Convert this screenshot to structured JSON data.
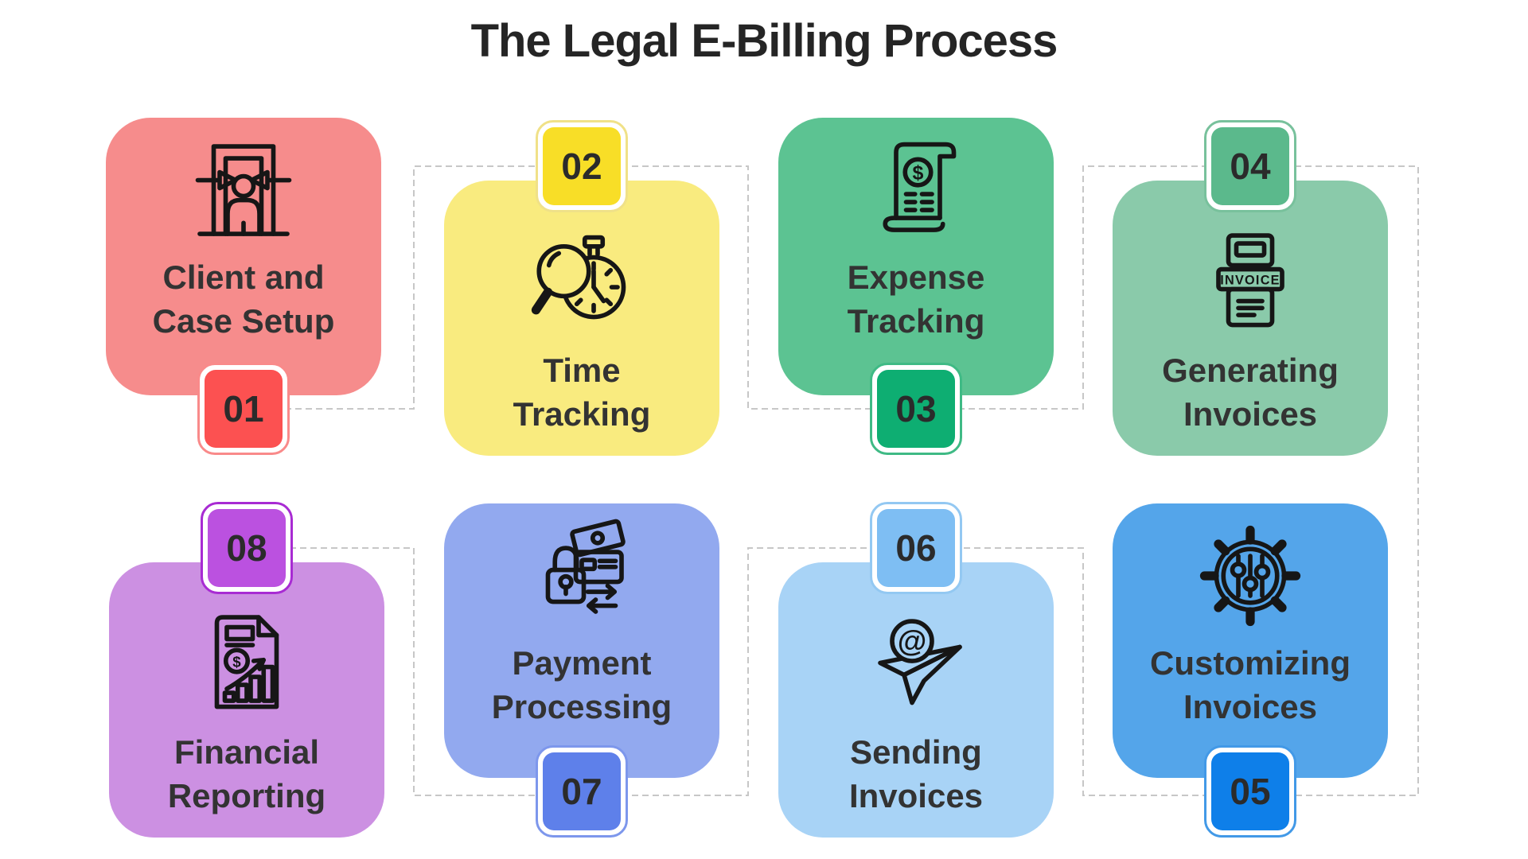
{
  "title": "The Legal E-Billing Process",
  "steps": [
    {
      "number": "01",
      "label_lines": [
        "Client and",
        "Case Setup"
      ],
      "icon": "client-case-setup-icon",
      "colors": {
        "card": "#F68C8C",
        "badge": "#FC5151",
        "ring": "#F98A8A"
      }
    },
    {
      "number": "02",
      "label_lines": [
        "Time",
        "Tracking"
      ],
      "icon": "time-tracking-icon",
      "colors": {
        "card": "#F9EB7F",
        "badge": "#F8DE27",
        "ring": "#F0E188"
      }
    },
    {
      "number": "03",
      "label_lines": [
        "Expense",
        "Tracking"
      ],
      "icon": "expense-tracking-icon",
      "colors": {
        "card": "#5CC392",
        "badge": "#0EAE72",
        "ring": "#3FBA85"
      }
    },
    {
      "number": "04",
      "label_lines": [
        "Generating",
        "Invoices"
      ],
      "icon": "generating-invoices-icon",
      "colors": {
        "card": "#8ACAAA",
        "badge": "#5BB98C",
        "ring": "#78C19C"
      }
    },
    {
      "number": "05",
      "label_lines": [
        "Customizing",
        "Invoices"
      ],
      "icon": "customizing-invoices-icon",
      "colors": {
        "card": "#54A5EA",
        "badge": "#0E7FE9",
        "ring": "#4299E7"
      }
    },
    {
      "number": "06",
      "label_lines": [
        "Sending",
        "Invoices"
      ],
      "icon": "sending-invoices-icon",
      "colors": {
        "card": "#A8D3F6",
        "badge": "#7EBEF3",
        "ring": "#93C8F2"
      }
    },
    {
      "number": "07",
      "label_lines": [
        "Payment",
        "Processing"
      ],
      "icon": "payment-processing-icon",
      "colors": {
        "card": "#92A9EF",
        "badge": "#5E80EA",
        "ring": "#7D97EC"
      }
    },
    {
      "number": "08",
      "label_lines": [
        "Financial",
        "Reporting"
      ],
      "icon": "financial-reporting-icon",
      "colors": {
        "card": "#CC90E2",
        "badge": "#BB51E0",
        "ring": "#A82BD3"
      }
    }
  ],
  "icon_glyphs": {
    "dollar": "$",
    "at": "@",
    "invoice_label": "INVOICE"
  },
  "connector_color": "#C7C7C7",
  "background": "#FFFFFF",
  "text_color": "#333333",
  "title_color": "#252525"
}
